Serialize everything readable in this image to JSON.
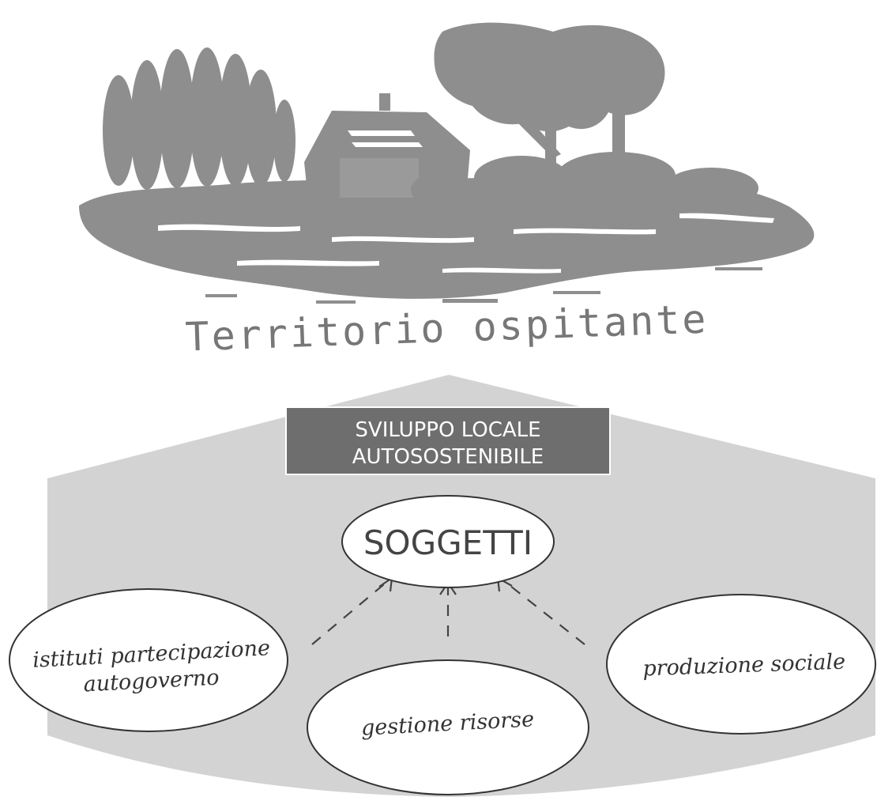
{
  "title": "Territorio ospitante",
  "banner": {
    "line1": "SVILUPPO LOCALE",
    "line2": "AUTOSOSTENIBILE"
  },
  "center_node": {
    "label": "SOGGETTI"
  },
  "nodes": {
    "left": {
      "line1": "istituti partecipazione",
      "line2": "autogoverno"
    },
    "middle": {
      "line1": "gestione risorse"
    },
    "right": {
      "line1": "produzione sociale"
    }
  },
  "illustration": {
    "name": "landscape-illustration",
    "description_icons": [
      "poplar-trees",
      "farmhouse",
      "oak-trees",
      "bushes"
    ]
  },
  "colors": {
    "illustration": "#8e8e8e",
    "background_shape": "#d3d3d3",
    "banner": "#6e6e6e",
    "title": "#777777",
    "oval_fill": "#ffffff",
    "oval_stroke": "#333333",
    "arrow": "#444444"
  }
}
